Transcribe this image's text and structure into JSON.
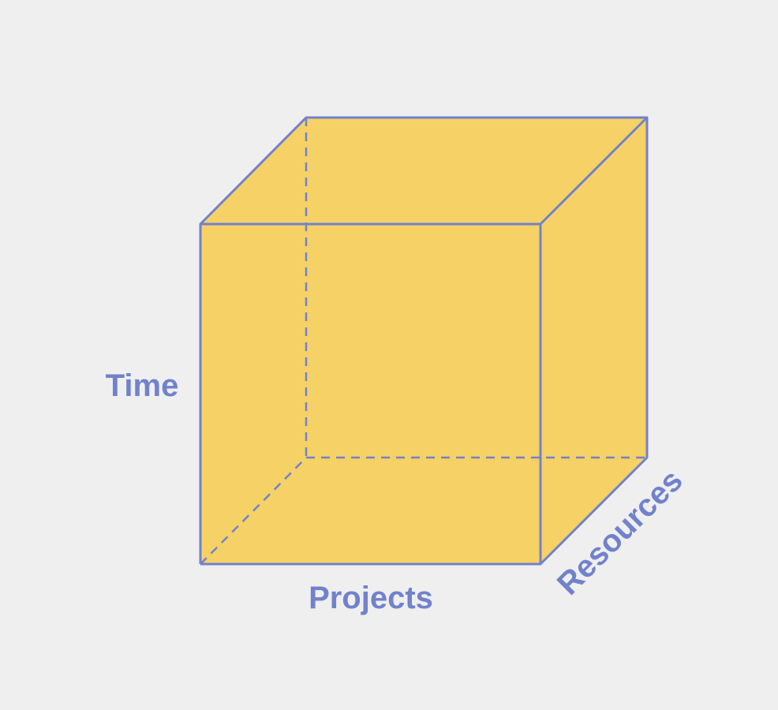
{
  "colors": {
    "background": "#efefef",
    "cube_fill": "#f6d165",
    "edge": "#7182cc",
    "label": "#7182cc"
  },
  "labels": {
    "time": "Time",
    "projects": "Projects",
    "resources": "Resources"
  }
}
